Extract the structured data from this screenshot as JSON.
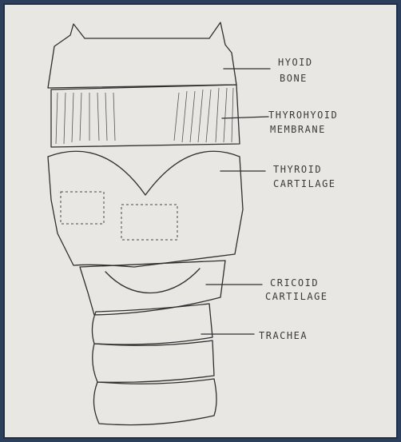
{
  "labels": [
    {
      "id": "hyoid",
      "lines": [
        "HYOID",
        "BONE"
      ]
    },
    {
      "id": "thyrohyoid",
      "lines": [
        "THYROHYOID",
        "MEMBRANE"
      ]
    },
    {
      "id": "thyroid",
      "lines": [
        "THYROID",
        "CARTILAGE"
      ]
    },
    {
      "id": "cricoid",
      "lines": [
        "CRICOID",
        "CARTILAGE"
      ]
    },
    {
      "id": "trachea",
      "lines": [
        "TRACHEA"
      ]
    }
  ]
}
